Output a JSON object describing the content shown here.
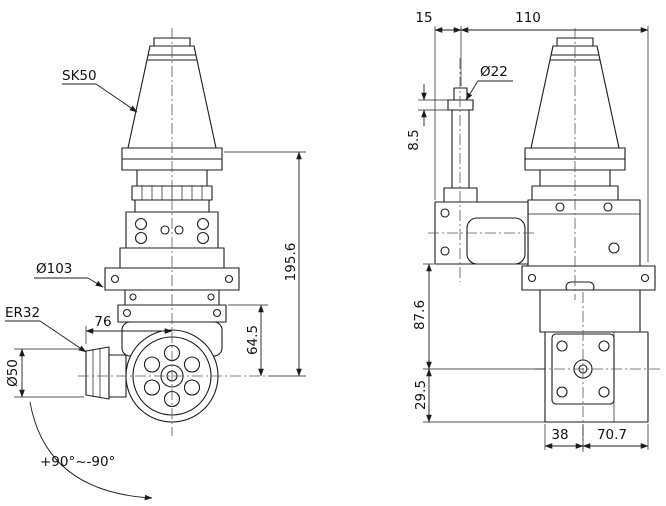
{
  "drawing": {
    "title": "angle-head-technical-drawing",
    "background": "#ffffff",
    "line_color": "#1c1c1c"
  },
  "dims": {
    "sk50": "SK50",
    "dia103": "Ø103",
    "len76": "76",
    "er32": "ER32",
    "dia50": "Ø50",
    "angle_range": "+90°~-90°",
    "height_total": "195.6",
    "height_head": "64.5",
    "offset15": "15",
    "len110": "110",
    "dia22": "Ø22",
    "h85": "8.5",
    "h876": "87.6",
    "h295": "29.5",
    "w38": "38",
    "w707": "70.7"
  }
}
